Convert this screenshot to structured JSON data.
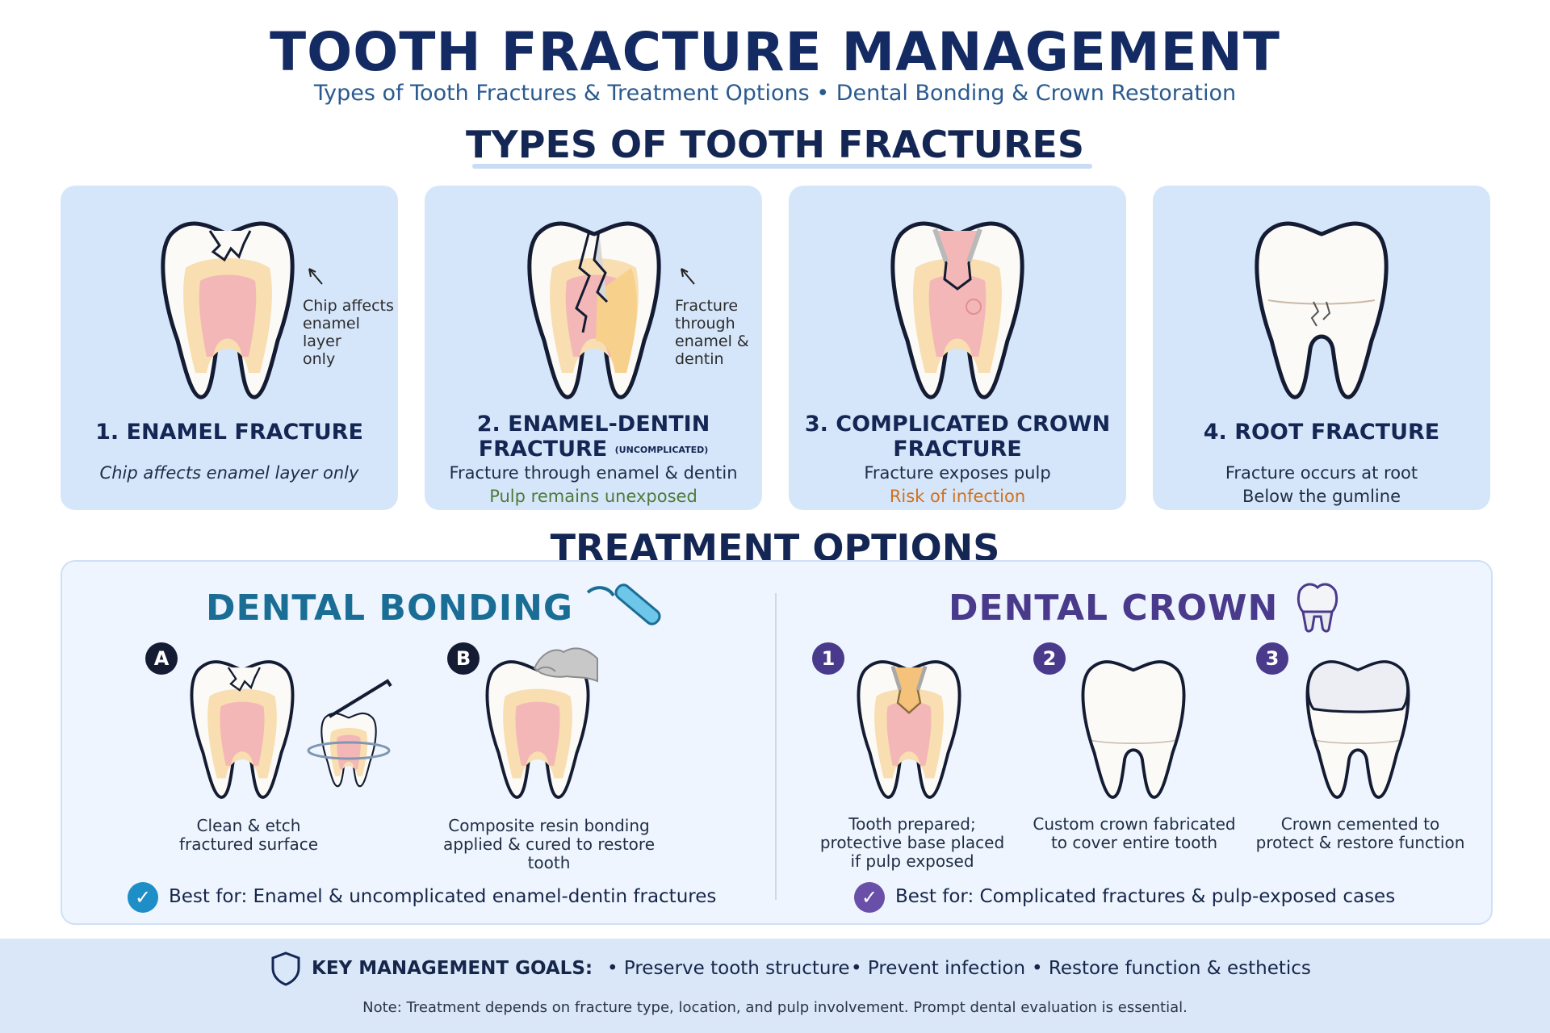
{
  "header": {
    "title": "TOOTH FRACTURE MANAGEMENT",
    "subtitle": "Types of Tooth Fractures & Treatment Options • Dental Bonding & Crown Restoration"
  },
  "types_section": {
    "title": "TYPES OF TOOTH FRACTURES",
    "cards": [
      {
        "title": "1. ENAMEL FRACTURE",
        "desc": "Chip affects enamel layer only",
        "note": [
          "Chip affects",
          "enamel layer",
          "only"
        ]
      },
      {
        "title_line1": "2. ENAMEL-DENTIN",
        "title_line2": "FRACTURE",
        "tag": "(UNCOMPLICATED)",
        "desc": "Fracture through enamel & dentin",
        "sub": "Pulp remains unexposed",
        "note": [
          "Fracture",
          "through",
          "enamel &",
          "dentin"
        ]
      },
      {
        "title_line1": "3. COMPLICATED CROWN",
        "title_line2": "FRACTURE",
        "desc": "Fracture exposes pulp",
        "sub": "Risk of infection"
      },
      {
        "title": "4. ROOT FRACTURE",
        "desc": "Fracture occurs at root",
        "sub": "Below the gumline"
      }
    ]
  },
  "treatment_section": {
    "title": "TREATMENT OPTIONS",
    "bonding": {
      "title": "DENTAL BONDING",
      "steps": [
        {
          "badge": "A",
          "caption": [
            "Clean & etch",
            "fractured surface"
          ]
        },
        {
          "badge": "B",
          "caption": [
            "Composite resin bonding",
            "applied & cured to restore tooth"
          ]
        }
      ],
      "best_for": "Best for: Enamel & uncomplicated enamel-dentin fractures"
    },
    "crown": {
      "title": "DENTAL CROWN",
      "steps": [
        {
          "badge": "1",
          "caption": [
            "Tooth prepared;",
            "protective base placed",
            "if pulp exposed"
          ]
        },
        {
          "badge": "2",
          "caption": [
            "Custom crown fabricated",
            "to cover entire tooth"
          ]
        },
        {
          "badge": "3",
          "caption": [
            "Crown cemented to",
            "protect & restore function"
          ]
        }
      ],
      "best_for": "Best for: Complicated fractures & pulp-exposed cases"
    }
  },
  "footer": {
    "goals_label": "KEY MANAGEMENT GOALS:",
    "goals": [
      "• Preserve tooth structure",
      "• Prevent infection",
      "• Restore function & esthetics"
    ],
    "note": "Note: Treatment depends on fracture type, location, and pulp involvement. Prompt dental evaluation is essential."
  },
  "colors": {
    "navy": "#132a63",
    "bonding": "#1a6e96",
    "crown": "#4a3a8c",
    "card_bg": "#d6e6fa",
    "pulp_note": "#4e7a3a",
    "risk_note": "#d0711c"
  },
  "icons": [
    "dental-tool-icon",
    "crown-tooth-icon",
    "checkmark-icon",
    "shield-icon"
  ]
}
